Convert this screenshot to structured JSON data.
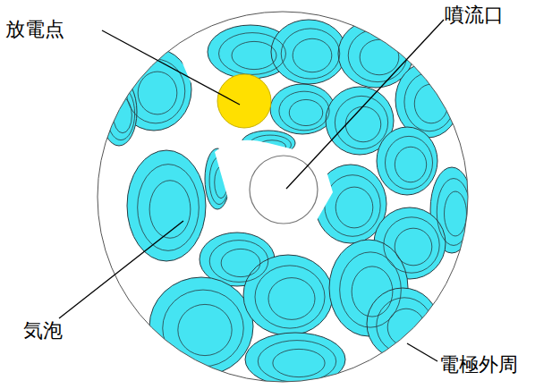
{
  "diagram": {
    "labels": [
      "放電点",
      "噴流口",
      "気泡",
      "電極外周"
    ]
  }
}
